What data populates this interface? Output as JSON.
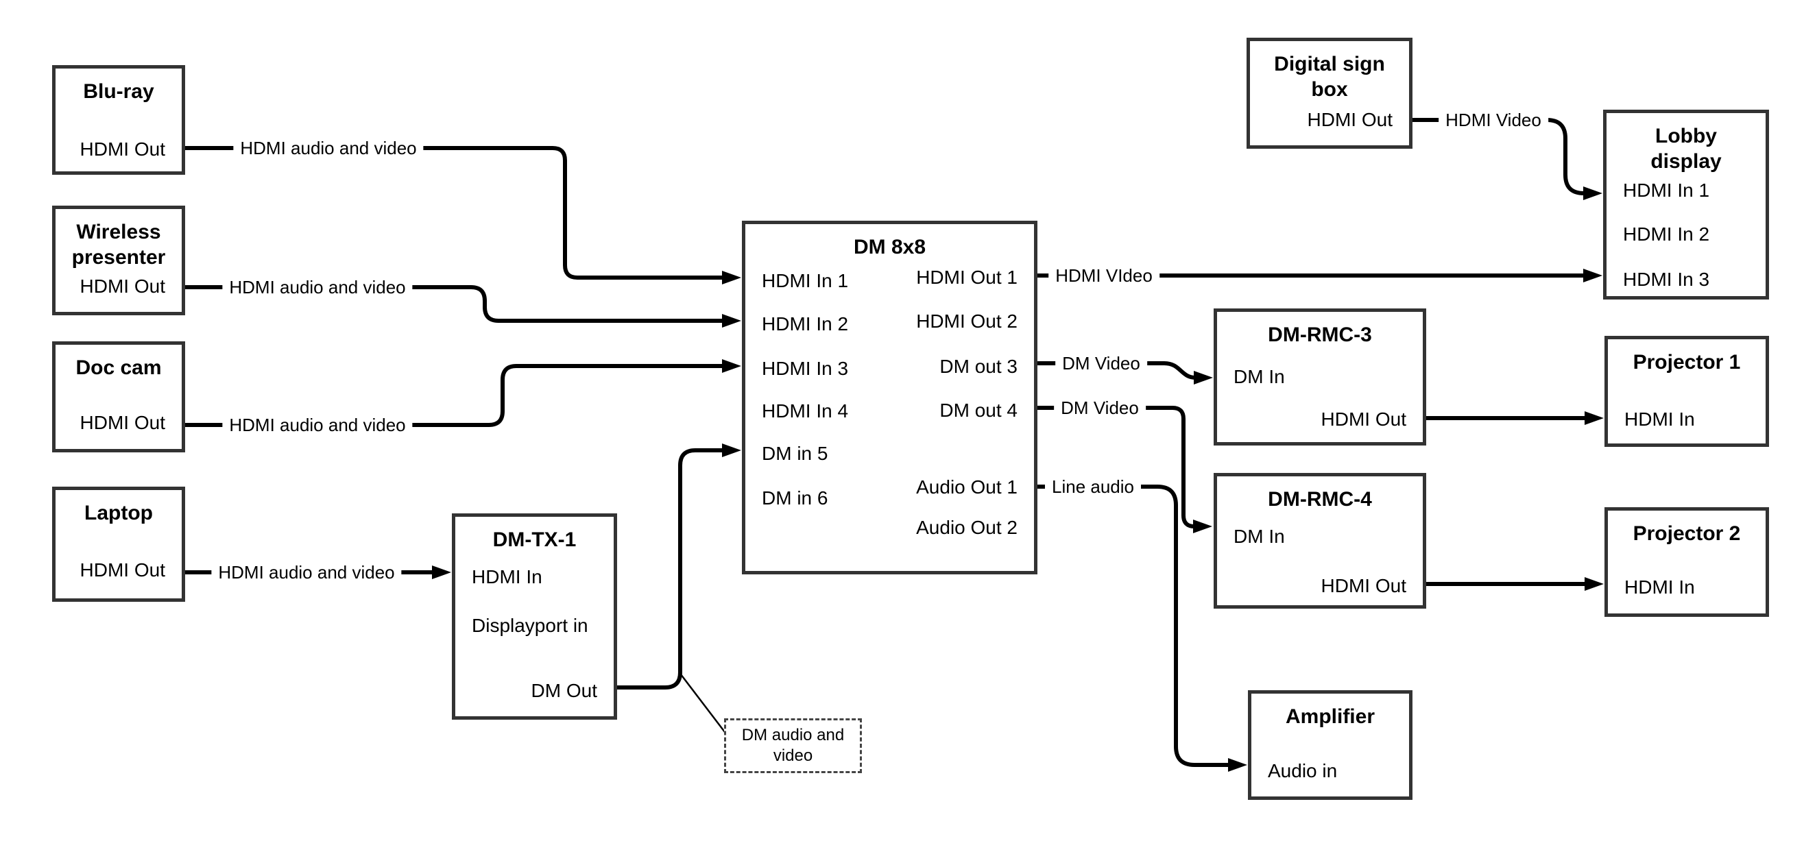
{
  "nodes": {
    "bluray": {
      "title": "Blu-ray",
      "ports": {
        "hdmi_out": "HDMI Out"
      }
    },
    "wireless": {
      "title": "Wireless presenter",
      "ports": {
        "hdmi_out": "HDMI Out"
      }
    },
    "doc_cam": {
      "title": "Doc cam",
      "ports": {
        "hdmi_out": "HDMI Out"
      }
    },
    "laptop": {
      "title": "Laptop",
      "ports": {
        "hdmi_out": "HDMI Out"
      }
    },
    "dm_tx_1": {
      "title": "DM-TX-1",
      "ports": {
        "hdmi_in": "HDMI In",
        "displayport_in": "Displayport in",
        "dm_out": "DM Out"
      }
    },
    "dm_8x8": {
      "title": "DM 8x8",
      "ports": {
        "hdmi_in_1": "HDMI In 1",
        "hdmi_in_2": "HDMI In 2",
        "hdmi_in_3": "HDMI In 3",
        "hdmi_in_4": "HDMI In 4",
        "dm_in_5": "DM in 5",
        "dm_in_6": "DM in 6",
        "hdmi_out_1": "HDMI Out 1",
        "hdmi_out_2": "HDMI Out 2",
        "dm_out_3": "DM out 3",
        "dm_out_4": "DM out 4",
        "audio_out_1": "Audio Out 1",
        "audio_out_2": "Audio Out 2"
      }
    },
    "digital_sign_box": {
      "title": "Digital sign box",
      "ports": {
        "hdmi_out": "HDMI Out"
      }
    },
    "lobby_display": {
      "title": "Lobby display",
      "ports": {
        "hdmi_in_1": "HDMI In 1",
        "hdmi_in_2": "HDMI In 2",
        "hdmi_in_3": "HDMI In 3"
      }
    },
    "dm_rmc_3": {
      "title": "DM-RMC-3",
      "ports": {
        "dm_in": "DM In",
        "hdmi_out": "HDMI Out"
      }
    },
    "dm_rmc_4": {
      "title": "DM-RMC-4",
      "ports": {
        "dm_in": "DM In",
        "hdmi_out": "HDMI Out"
      }
    },
    "projector_1": {
      "title": "Projector 1",
      "ports": {
        "hdmi_in": "HDMI In"
      }
    },
    "projector_2": {
      "title": "Projector 2",
      "ports": {
        "hdmi_in": "HDMI In"
      }
    },
    "amplifier": {
      "title": "Amplifier",
      "ports": {
        "audio_in": "Audio in"
      }
    }
  },
  "link_labels": {
    "bluray_dm8x8": "HDMI audio and video",
    "wireless_dm8x8": "HDMI audio and video",
    "doccam_dm8x8": "HDMI audio and video",
    "laptop_dmtx1": "HDMI audio and video",
    "hdmiout1_lobby": "HDMI VIdeo",
    "dmout3_rmc3": "DM Video",
    "dmout4_rmc4": "DM Video",
    "audioout1_amp": "Line audio",
    "digitalsign_lobby": "HDMI Video"
  },
  "annotation": {
    "text": "DM audio and video"
  },
  "colors": {
    "line": "#000000",
    "box_border": "#333333",
    "background": "#ffffff",
    "text": "#000000"
  }
}
